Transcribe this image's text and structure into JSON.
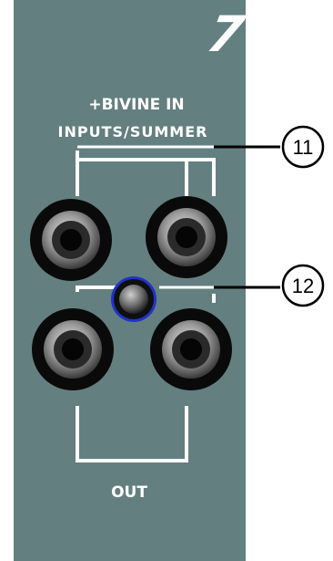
{
  "panel": {
    "number": "7",
    "top_label_line1": "+BIVINE IN",
    "top_label_line2": "INPUTS/SUMMER",
    "bottom_label": "OUT",
    "colors": {
      "panel": "#647f7f",
      "jack_nut": "#0a0a0a",
      "jack_ring": "#9a9a9a",
      "knob_ring": "#1e34c8",
      "silkscreen": "#ffffff",
      "callout": "#000000"
    }
  },
  "callouts": [
    {
      "label": "11"
    },
    {
      "label": "12"
    }
  ]
}
